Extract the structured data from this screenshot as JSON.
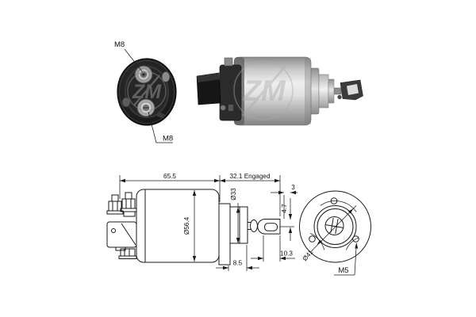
{
  "photos": {
    "end_view": {
      "terminal_top_label": "M8",
      "terminal_bottom_label": "M8",
      "watermark": "ZM"
    },
    "side_view": {
      "watermark": "ZM"
    }
  },
  "drawing": {
    "side_view": {
      "body_length": "65.5",
      "engaged_travel": "32.1 Engaged",
      "front_diameter": "Ø33",
      "body_diameter": "Ø56.4",
      "front_length": "8.5",
      "fork_end_gap": "3",
      "fork_slot_height": "4.7",
      "fork_slot_depth": "10.3"
    },
    "front_view": {
      "bolt_circle_diameter": "Ø41",
      "mounting_thread": "M5"
    }
  },
  "colors": {
    "background": "#ffffff",
    "line": "#1a1a1a",
    "photo_dark": "#1e1e1e",
    "photo_metal": "#d6d6d6",
    "watermark": "#a0a0a0"
  }
}
